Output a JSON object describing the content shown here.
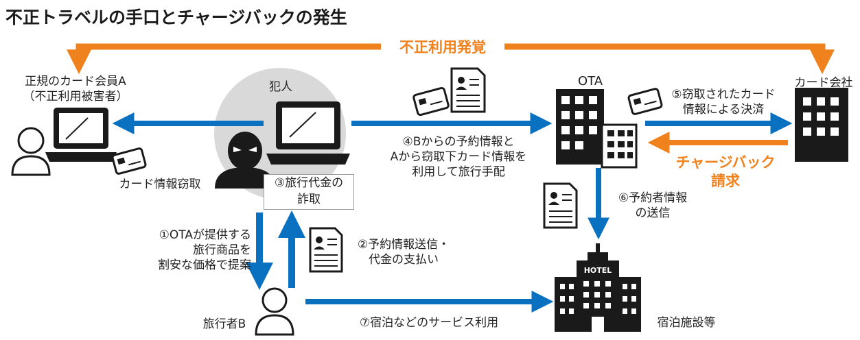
{
  "title": "不正トラベルの手口とチャージバックの発生",
  "fraud_detect_label": "不正利用発覚",
  "nodes": {
    "victim_line1": "正規のカード会員A",
    "victim_line2": "（不正利用被害者）",
    "criminal": "犯人",
    "ota": "OTA",
    "card_company": "カード会社",
    "traveler": "旅行者B",
    "hotel": "宿泊施設等",
    "hotel_sign": "HOTEL"
  },
  "steps": {
    "card_theft": "カード情報窃取",
    "s3_line1": "③旅行代金の",
    "s3_line2": "詐取",
    "s4_line1": "④Bからの予約情報と",
    "s4_line2": "Aから窃取下カード情報を",
    "s4_line3": "利用して旅行手配",
    "s5_line1": "⑤窃取されたカード",
    "s5_line2": "情報による決済",
    "chargeback_line1": "チャージバック",
    "chargeback_line2": "請求",
    "s6_line1": "⑥予約者情報",
    "s6_line2": "の送信",
    "s1_line1": "①OTAが提供する",
    "s1_line2": "旅行商品を",
    "s1_line3": "割安な価格で提案",
    "s2_line1": "②予約情報送信・",
    "s2_line2": "代金の支払い",
    "s7": "⑦宿泊などのサービス利用"
  },
  "colors": {
    "blue_arrow": "#0a70c0",
    "orange_arrow": "#f0821e",
    "icon_dark": "#1a1a1a",
    "criminal_circle": "#d9d9d9"
  }
}
